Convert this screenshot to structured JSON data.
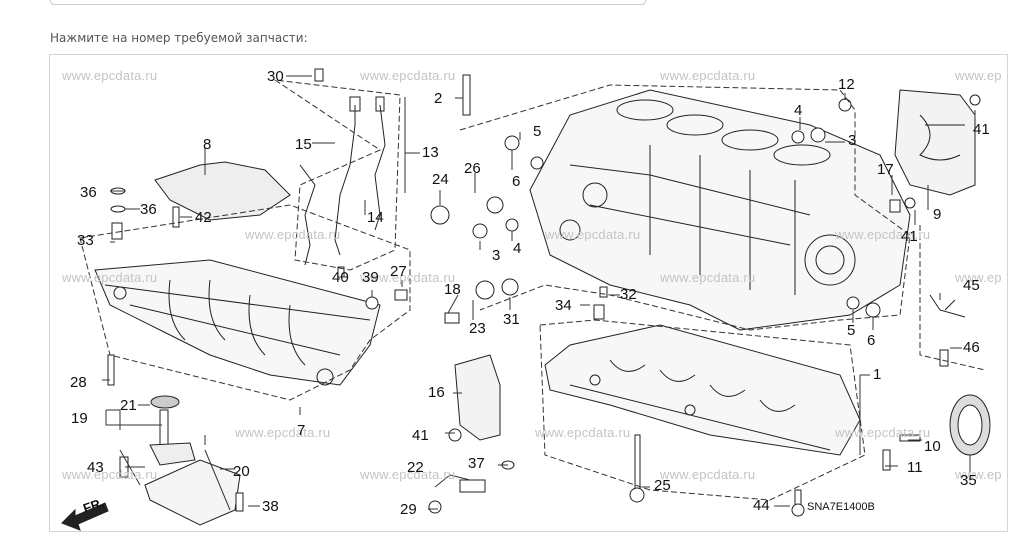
{
  "instruction": "Нажмите на номер требуемой запчасти:",
  "diagram": {
    "code": "SNA7E1400B",
    "front_marker": "FR.",
    "watermark": "www.epcdata.ru",
    "watermark_partial": "www.ep",
    "callouts": [
      {
        "label": "30"
      },
      {
        "label": "2"
      },
      {
        "label": "12"
      },
      {
        "label": "41"
      },
      {
        "label": "8"
      },
      {
        "label": "15"
      },
      {
        "label": "13"
      },
      {
        "label": "5"
      },
      {
        "label": "4"
      },
      {
        "label": "3"
      },
      {
        "label": "26"
      },
      {
        "label": "6"
      },
      {
        "label": "17"
      },
      {
        "label": "24"
      },
      {
        "label": "36"
      },
      {
        "label": "36"
      },
      {
        "label": "42"
      },
      {
        "label": "14"
      },
      {
        "label": "9"
      },
      {
        "label": "4"
      },
      {
        "label": "33"
      },
      {
        "label": "3"
      },
      {
        "label": "41"
      },
      {
        "label": "40"
      },
      {
        "label": "39"
      },
      {
        "label": "27"
      },
      {
        "label": "18"
      },
      {
        "label": "45"
      },
      {
        "label": "34"
      },
      {
        "label": "32"
      },
      {
        "label": "23"
      },
      {
        "label": "31"
      },
      {
        "label": "5"
      },
      {
        "label": "6"
      },
      {
        "label": "46"
      },
      {
        "label": "28"
      },
      {
        "label": "16"
      },
      {
        "label": "1"
      },
      {
        "label": "21"
      },
      {
        "label": "19"
      },
      {
        "label": "7"
      },
      {
        "label": "41"
      },
      {
        "label": "10"
      },
      {
        "label": "43"
      },
      {
        "label": "20"
      },
      {
        "label": "37"
      },
      {
        "label": "22"
      },
      {
        "label": "11"
      },
      {
        "label": "25"
      },
      {
        "label": "35"
      },
      {
        "label": "38"
      },
      {
        "label": "29"
      },
      {
        "label": "44"
      }
    ]
  }
}
